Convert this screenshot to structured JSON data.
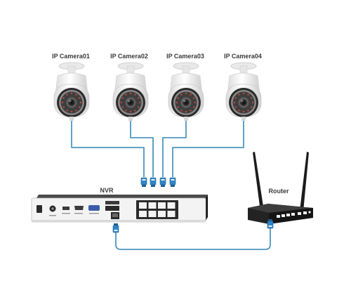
{
  "cameras": [
    {
      "label": "IP Camera01"
    },
    {
      "label": "IP Camera02"
    },
    {
      "label": "IP Camera03"
    },
    {
      "label": "IP Camera04"
    }
  ],
  "nvr": {
    "label": "NVR"
  },
  "router": {
    "label": "Router"
  },
  "colors": {
    "cable": "#4d97bf",
    "connector": "#2f86c7",
    "device_body": "#222222",
    "device_front": "#f2f2f2",
    "camera_body": "#f4f4f4",
    "lens": "#6d6d6d",
    "label_text": "#3a3a3a"
  }
}
